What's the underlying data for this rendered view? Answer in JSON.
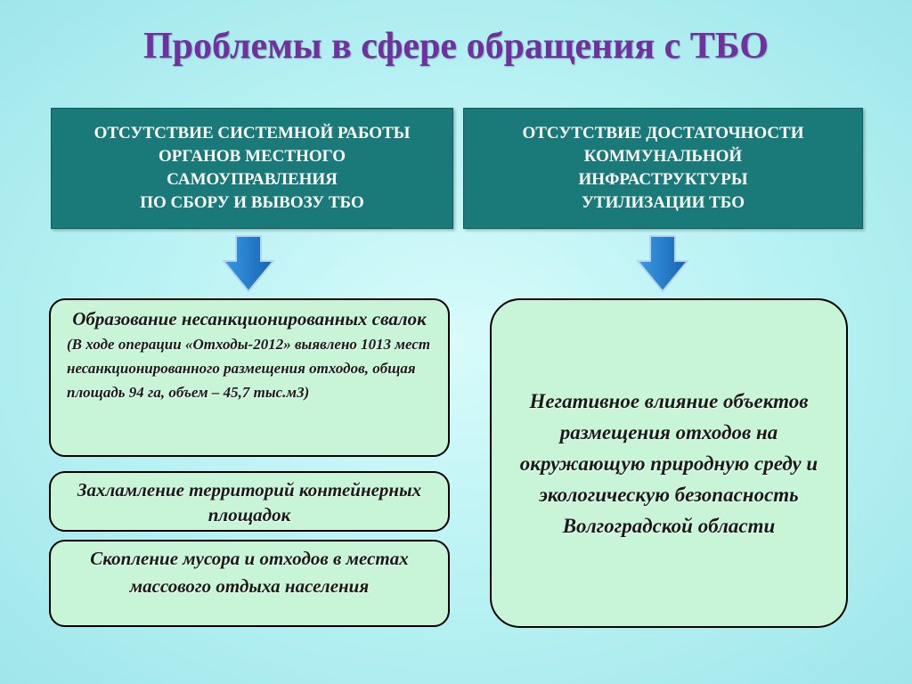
{
  "title": "Проблемы в сфере обращения с ТБО",
  "causes": {
    "left": [
      "Отсутствие системной работы",
      "органов местного",
      "самоуправления",
      "по сбору и вывозу ТБО"
    ],
    "right": [
      "Отсутствие достаточности",
      "коммунальной",
      "инфраструктуры",
      "утилизации ТБО"
    ]
  },
  "effects": {
    "dumps": {
      "lead": "Образование несанкционированных свалок",
      "note": "(В ходе операции «Отходы-2012» выявлено 1013 мест несанкционированного размещения отходов, общая площадь 94 га, объем – 45,7 тыс.м3)"
    },
    "clutter": "Захламление территорий контейнерных площадок",
    "litter": "Скопление мусора и отходов в местах массового отдыха населения",
    "impact": "Негативное влияние объектов размещения отходов на окружающую природную среду и экологическую безопасность Волгоградской области"
  },
  "colors": {
    "title": "#7030a0",
    "cause_box": "#1a7a7a",
    "effect_box": "#c8f5d8",
    "arrow": "#1f78c8"
  },
  "icons": [
    "down-arrow-icon",
    "down-arrow-icon"
  ]
}
